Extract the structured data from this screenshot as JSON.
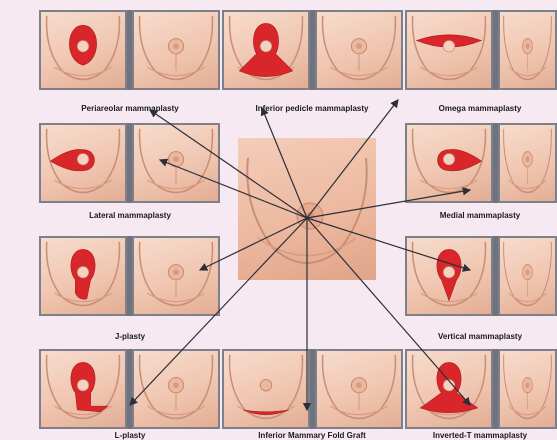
{
  "procedures": [
    {
      "id": "periareolar",
      "label": "Periareolar mammaplasty",
      "pattern": "ring"
    },
    {
      "id": "inferior-pedicle",
      "label": "Inferior pedicle mammaplasty",
      "pattern": "keyhole"
    },
    {
      "id": "omega",
      "label": "Omega mammaplasty",
      "pattern": "omega"
    },
    {
      "id": "lateral",
      "label": "Lateral mammaplasty",
      "pattern": "lateral"
    },
    {
      "id": "medial",
      "label": "Medial mammaplasty",
      "pattern": "medial"
    },
    {
      "id": "j-plasty",
      "label": "J-plasty",
      "pattern": "j"
    },
    {
      "id": "vertical",
      "label": "Vertical mammaplasty",
      "pattern": "vertical"
    },
    {
      "id": "l-plasty",
      "label": "L-plasty",
      "pattern": "l"
    },
    {
      "id": "inferior-fold",
      "label": "Inferior Mammary Fold Graft",
      "pattern": "fold"
    },
    {
      "id": "inverted-t",
      "label": "Inverted-T mammaplasty",
      "pattern": "invt"
    }
  ],
  "colors": {
    "incision": "#d8262a",
    "skin": "#f0c6b1",
    "frame": "#7d8088",
    "arrow": "#2a2f3a"
  }
}
